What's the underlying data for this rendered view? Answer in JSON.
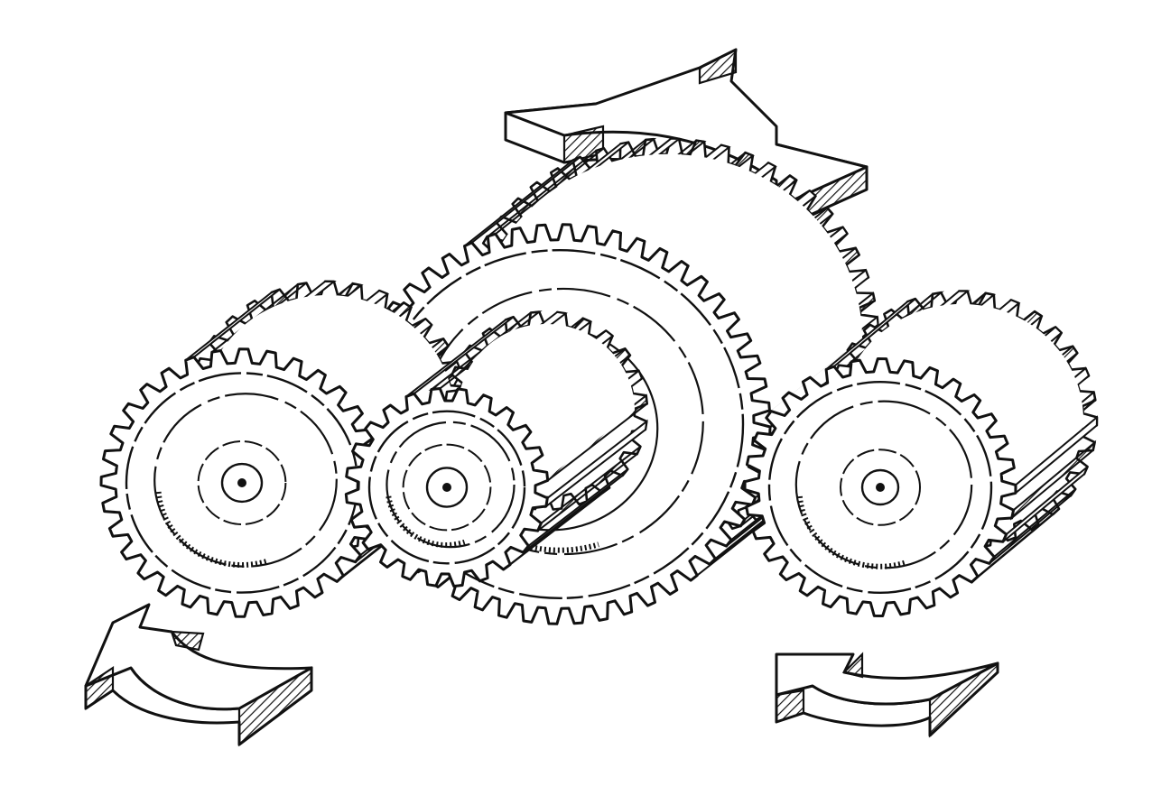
{
  "illustration": {
    "background_color": "#ffffff",
    "ink_color": "#111111",
    "hatch_color": "#111111",
    "arrows": [
      {
        "name": "top-arrow",
        "direction": "clockwise"
      },
      {
        "name": "bottom-left-arrow",
        "direction": "counterclockwise"
      },
      {
        "name": "bottom-right-arrow",
        "direction": "counterclockwise"
      }
    ],
    "gears": [
      {
        "name": "left-gear",
        "teeth": 32
      },
      {
        "name": "large-back-gear",
        "teeth": 52
      },
      {
        "name": "front-middle-gear",
        "teeth": 24
      },
      {
        "name": "right-gear",
        "teeth": 32
      }
    ]
  }
}
